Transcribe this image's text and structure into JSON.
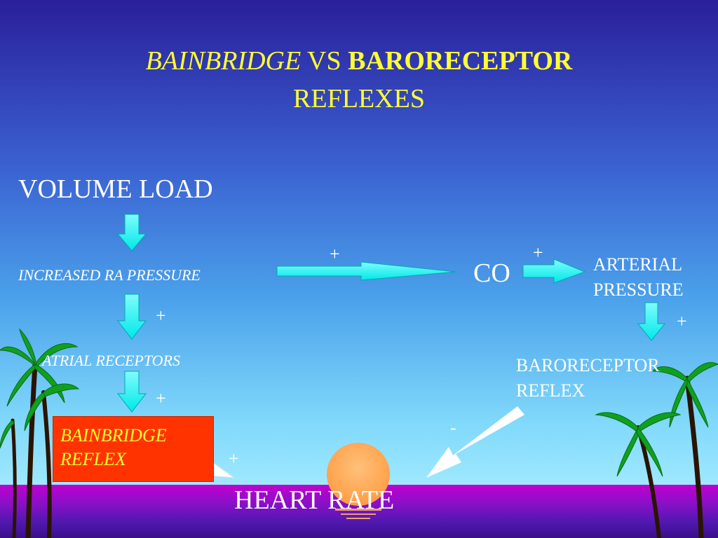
{
  "title": {
    "word1": "BAINBRIDGE",
    "word2": "VS",
    "word3": "BARORECEPTOR",
    "line2": "REFLEXES"
  },
  "nodes": {
    "volume_load": "VOLUME LOAD",
    "increased_ra_pressure": "INCREASED RA PRESSURE",
    "atrial_receptors": "ATRIAL RECEPTORS",
    "bainbridge_reflex_line1": "BAINBRIDGE",
    "bainbridge_reflex_line2": "REFLEX",
    "co": "CO",
    "arterial_pressure_line1": "ARTERIAL",
    "arterial_pressure_line2": "PRESSURE",
    "baroreceptor_reflex_line1": "BARORECEPTOR",
    "baroreceptor_reflex_line2": "REFLEX",
    "heart_rate": "HEART RATE"
  },
  "signs": {
    "ra_to_co": "+",
    "co_to_ap": "+",
    "ra_to_atrial": "+",
    "atrial_to_bainbridge": "+",
    "ap_to_baro": "+",
    "baro_to_hr": "-",
    "bainbridge_to_hr": "+"
  },
  "colors": {
    "title_yellow": "#ffff33",
    "arrow_cyan": "#00f0f0",
    "reflex_box": "#ff3300",
    "text_white": "#ffffff"
  },
  "icons": [
    "palm-tree-icon",
    "sun-icon",
    "down-arrow-icon",
    "right-arrow-icon"
  ]
}
